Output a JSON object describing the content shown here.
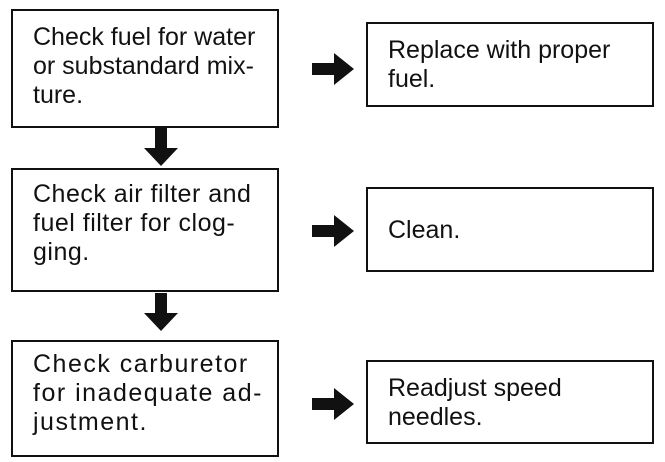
{
  "diagram": {
    "type": "troubleshooting-flowchart",
    "steps": [
      {
        "check": "Check fuel for water\nor substandard mix-\nture.",
        "remedy": "Replace with proper\nfuel."
      },
      {
        "check": "Check air filter and\nfuel filter for clog-\nging.",
        "remedy": "Clean."
      },
      {
        "check": "Check carburetor\nfor inadequate ad-\njustment.",
        "remedy": "Readjust speed\nneedles."
      }
    ],
    "arrow_color": "#111111",
    "border_color": "#111111"
  }
}
